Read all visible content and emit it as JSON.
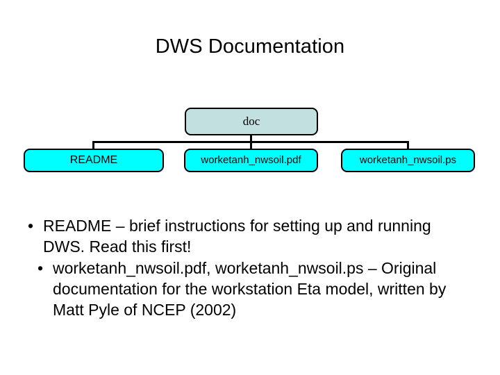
{
  "slide": {
    "title": "DWS Documentation",
    "background_color": "#ffffff",
    "text_color": "#000000"
  },
  "tree": {
    "root": {
      "label": "doc",
      "fill_color": "#c2e0e0",
      "border_color": "#000000"
    },
    "children": [
      {
        "label": "README",
        "fill_color": "#00ffff",
        "border_color": "#000000"
      },
      {
        "label": "worketanh_nwsoil.pdf",
        "fill_color": "#00ffff",
        "border_color": "#000000"
      },
      {
        "label": "worketanh_nwsoil.ps",
        "fill_color": "#00ffff",
        "border_color": "#000000"
      }
    ],
    "connector_color": "#000000"
  },
  "body": {
    "bullet_marker": "•",
    "bullets": [
      "README – brief instructions for setting up and running DWS. Read this first!",
      "worketanh_nwsoil.pdf, worketanh_nwsoil.ps – Original documentation for the workstation Eta model, written by Matt Pyle of NCEP (2002)"
    ]
  }
}
